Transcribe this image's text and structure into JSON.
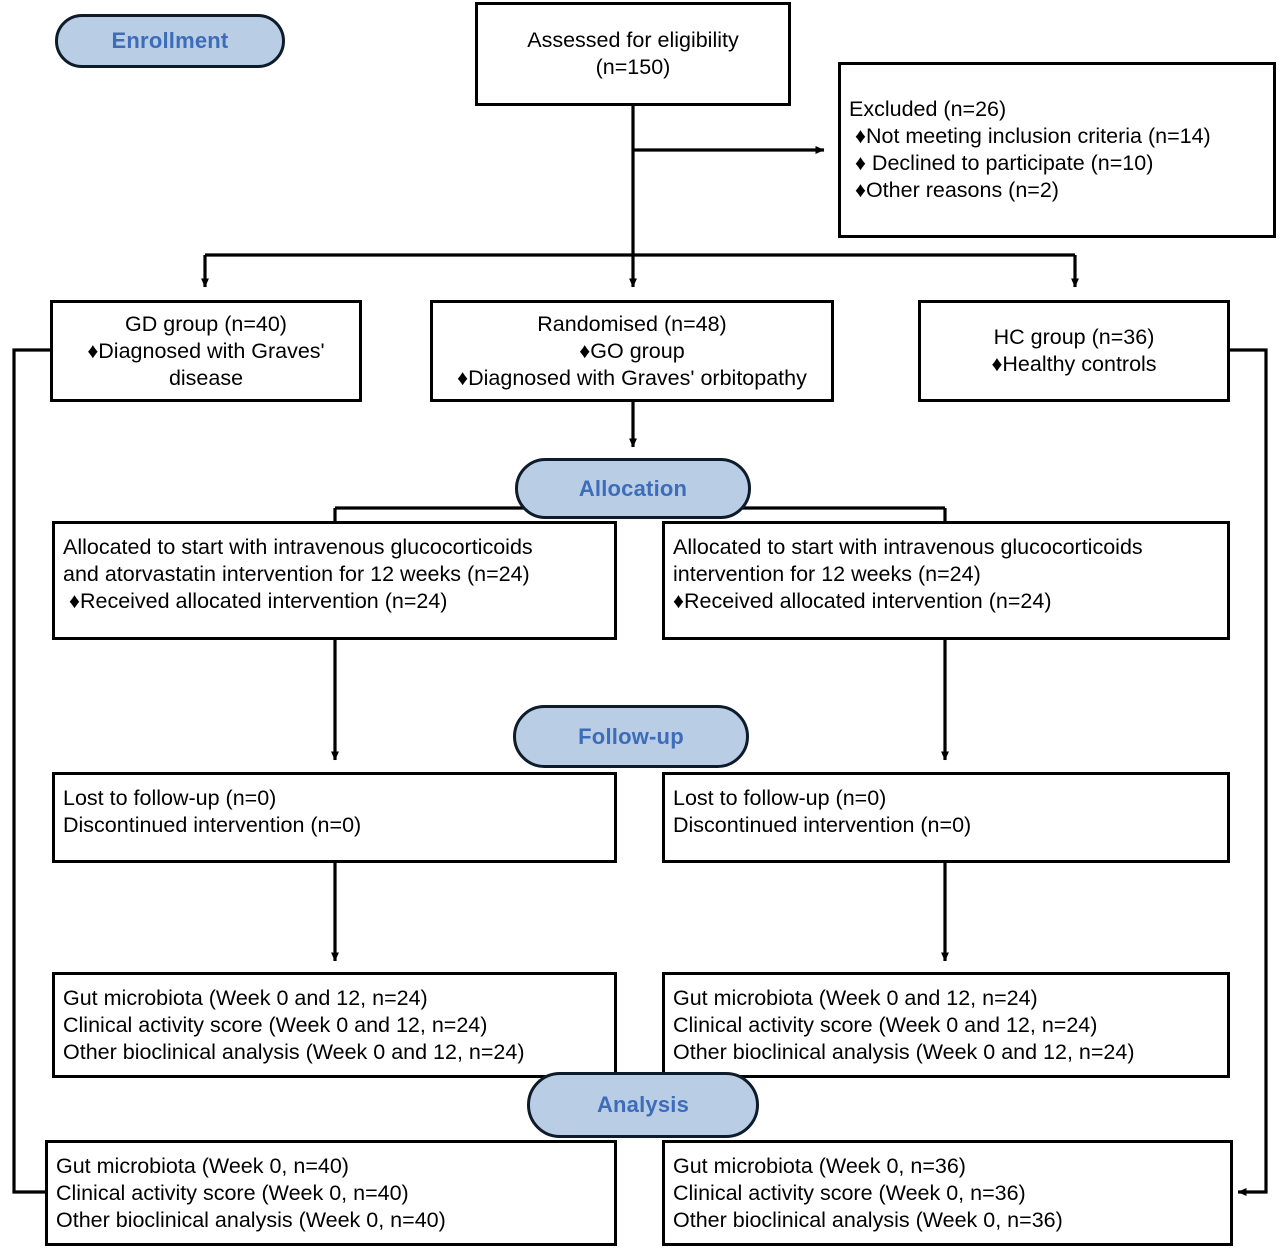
{
  "diagram": {
    "title": "CONSORT participant flow diagram",
    "type": "flowchart",
    "accent_fill": "#b9cde5",
    "accent_text": "#3d6cb9",
    "line_color": "#000000",
    "stages": [
      {
        "id": "enrollment",
        "label": "Enrollment"
      },
      {
        "id": "allocation",
        "label": "Allocation"
      },
      {
        "id": "followup",
        "label": "Follow-up"
      },
      {
        "id": "analysis",
        "label": "Analysis"
      }
    ],
    "nodes": {
      "assessed": "Assessed for eligibility\n(n=150)",
      "excluded": "Excluded (n=26)\n ♦Not meeting inclusion criteria (n=14)\n ♦ Declined to participate (n=10)\n ♦Other reasons (n=2)",
      "gd_group": "GD group (n=40)\n♦Diagnosed with Graves'\ndisease",
      "randomised": "Randomised (n=48)\n♦GO group\n♦Diagnosed with Graves' orbitopathy",
      "hc_group": "HC group (n=36)\n♦Healthy controls",
      "alloc_left": "Allocated to start with intravenous glucocorticoids\nand atorvastatin intervention for 12 weeks (n=24)\n ♦Received allocated intervention (n=24)",
      "alloc_right": "Allocated to start with intravenous glucocorticoids\nintervention for 12 weeks (n=24)\n♦Received allocated intervention (n=24)",
      "followup_left": "Lost to follow-up (n=0)\nDiscontinued intervention (n=0)",
      "followup_right": "Lost to follow-up (n=0)\nDiscontinued intervention (n=0)",
      "analysis_left_12": "Gut microbiota (Week 0 and 12, n=24)\nClinical activity score (Week 0 and 12, n=24)\nOther bioclinical analysis (Week 0 and 12, n=24)",
      "analysis_right_12": "Gut microbiota (Week 0 and 12, n=24)\nClinical activity score (Week 0 and 12, n=24)\nOther bioclinical analysis (Week 0 and 12, n=24)",
      "analysis_left_0": "Gut microbiota (Week 0, n=40)\nClinical activity score (Week 0, n=40)\nOther bioclinical analysis (Week 0, n=40)",
      "analysis_right_0": "Gut microbiota (Week 0, n=36)\nClinical activity score (Week 0, n=36)\nOther bioclinical analysis (Week 0, n=36)"
    },
    "counts": {
      "assessed": 150,
      "excluded_total": 26,
      "excluded_not_meeting": 14,
      "excluded_declined": 10,
      "excluded_other": 2,
      "gd_group": 40,
      "randomised": 48,
      "hc_group": 36,
      "allocated_each_arm": 24,
      "lost_to_followup": 0,
      "discontinued": 0
    }
  }
}
